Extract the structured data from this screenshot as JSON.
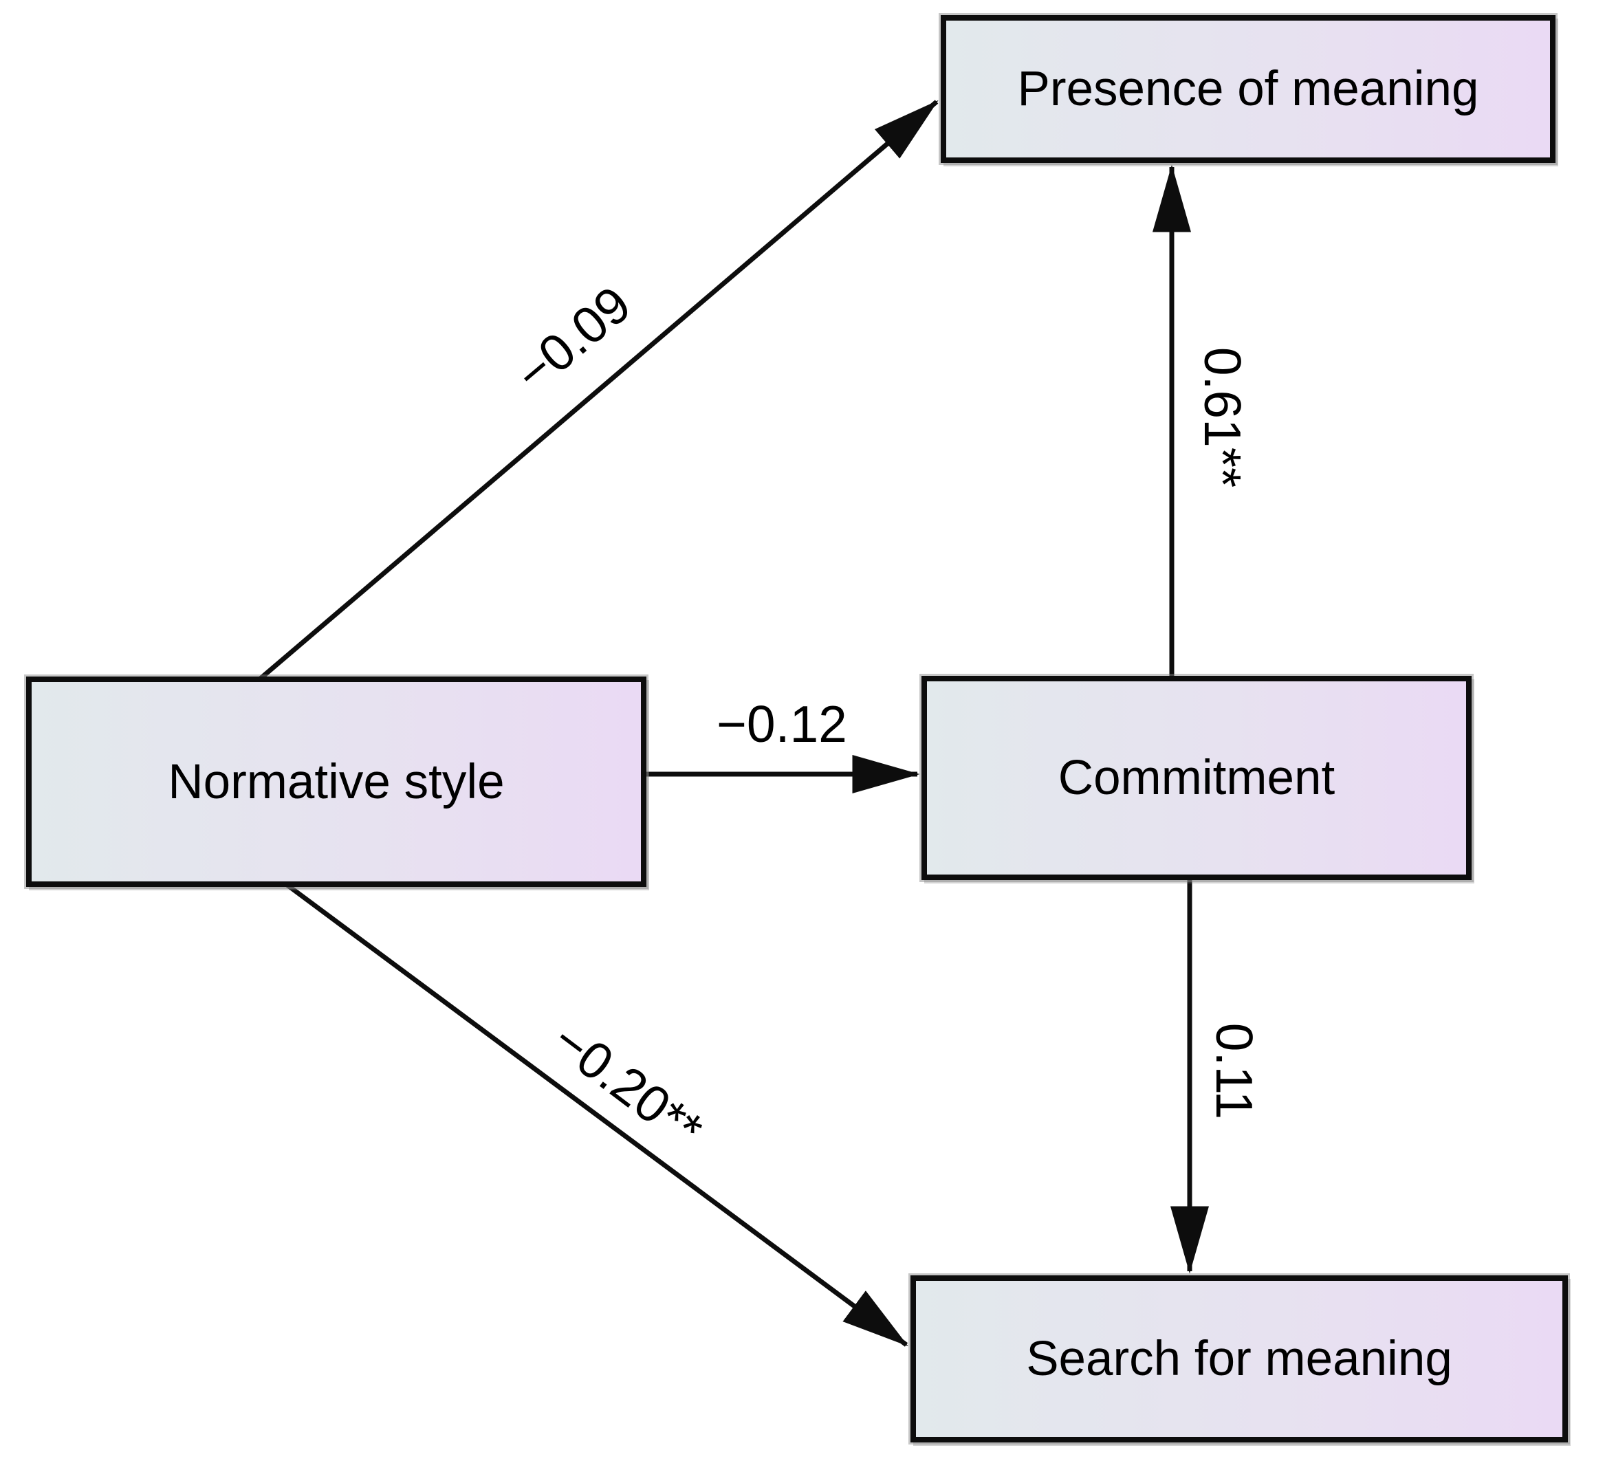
{
  "diagram": {
    "background_color": "#ffffff",
    "node_fill_left": "#e2e9ec",
    "node_fill_right": "#eadaf4",
    "node_border_color": "#0d0d0d",
    "arrow_color": "#0d0d0d",
    "nodes": {
      "presence": {
        "label": "Presence of meaning"
      },
      "normative": {
        "label": "Normative style"
      },
      "commitment": {
        "label": "Commitment"
      },
      "search": {
        "label": "Search for meaning"
      }
    },
    "edges": {
      "normative_to_presence": {
        "from": "Normative style",
        "to": "Presence of meaning",
        "label": "−0.09"
      },
      "normative_to_commitment": {
        "from": "Normative style",
        "to": "Commitment",
        "label": "−0.12"
      },
      "normative_to_search": {
        "from": "Normative style",
        "to": "Search for meaning",
        "label": "−0.20**"
      },
      "commitment_to_presence": {
        "from": "Commitment",
        "to": "Presence of meaning",
        "label": "0.61**"
      },
      "commitment_to_search": {
        "from": "Commitment",
        "to": "Search for meaning",
        "label": "0.11"
      }
    }
  }
}
